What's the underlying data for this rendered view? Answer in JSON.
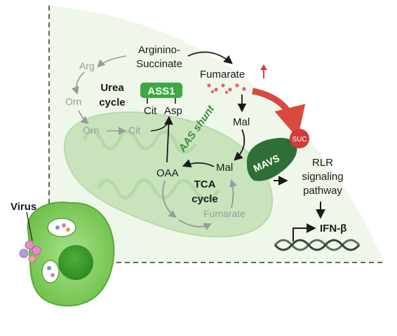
{
  "urea_cycle": {
    "title_line1": "Urea",
    "title_line2": "cycle",
    "arg": "Arg",
    "orn_top": "Orn",
    "orn_bottom": "Orn",
    "cit_left": "Cit",
    "cit": "Cit",
    "asp": "Asp",
    "argininosuccinate_line1": "Arginino-",
    "argininosuccinate_line2": "Succinate",
    "enzyme": "ASS1"
  },
  "shunt": {
    "label": "AAS shunt"
  },
  "tca_cycle": {
    "title_line1": "TCA",
    "title_line2": "cycle",
    "oaa": "OAA",
    "mal_inner": "Mal",
    "fumarate_inner": "Fumarate"
  },
  "cytosol": {
    "fumarate": "Fumarate",
    "mal": "Mal"
  },
  "signaling": {
    "suc": "SUC",
    "mavs": "MAVS",
    "rlr_line1": "RLR",
    "rlr_line2": "signaling",
    "rlr_line3": "pathway",
    "output": "IFN-β"
  },
  "virus": {
    "label": "Virus"
  },
  "colors": {
    "background_green": "#eef7ea",
    "mito_green": "#c9e4bd",
    "ass1_green": "#3fa845",
    "mavs_green": "#2f6e36",
    "suc_red": "#d23b3b",
    "arrow_red": "#d9493e",
    "cell_green": "#7fcf5e",
    "nucleus_green": "#3f9a2d"
  }
}
